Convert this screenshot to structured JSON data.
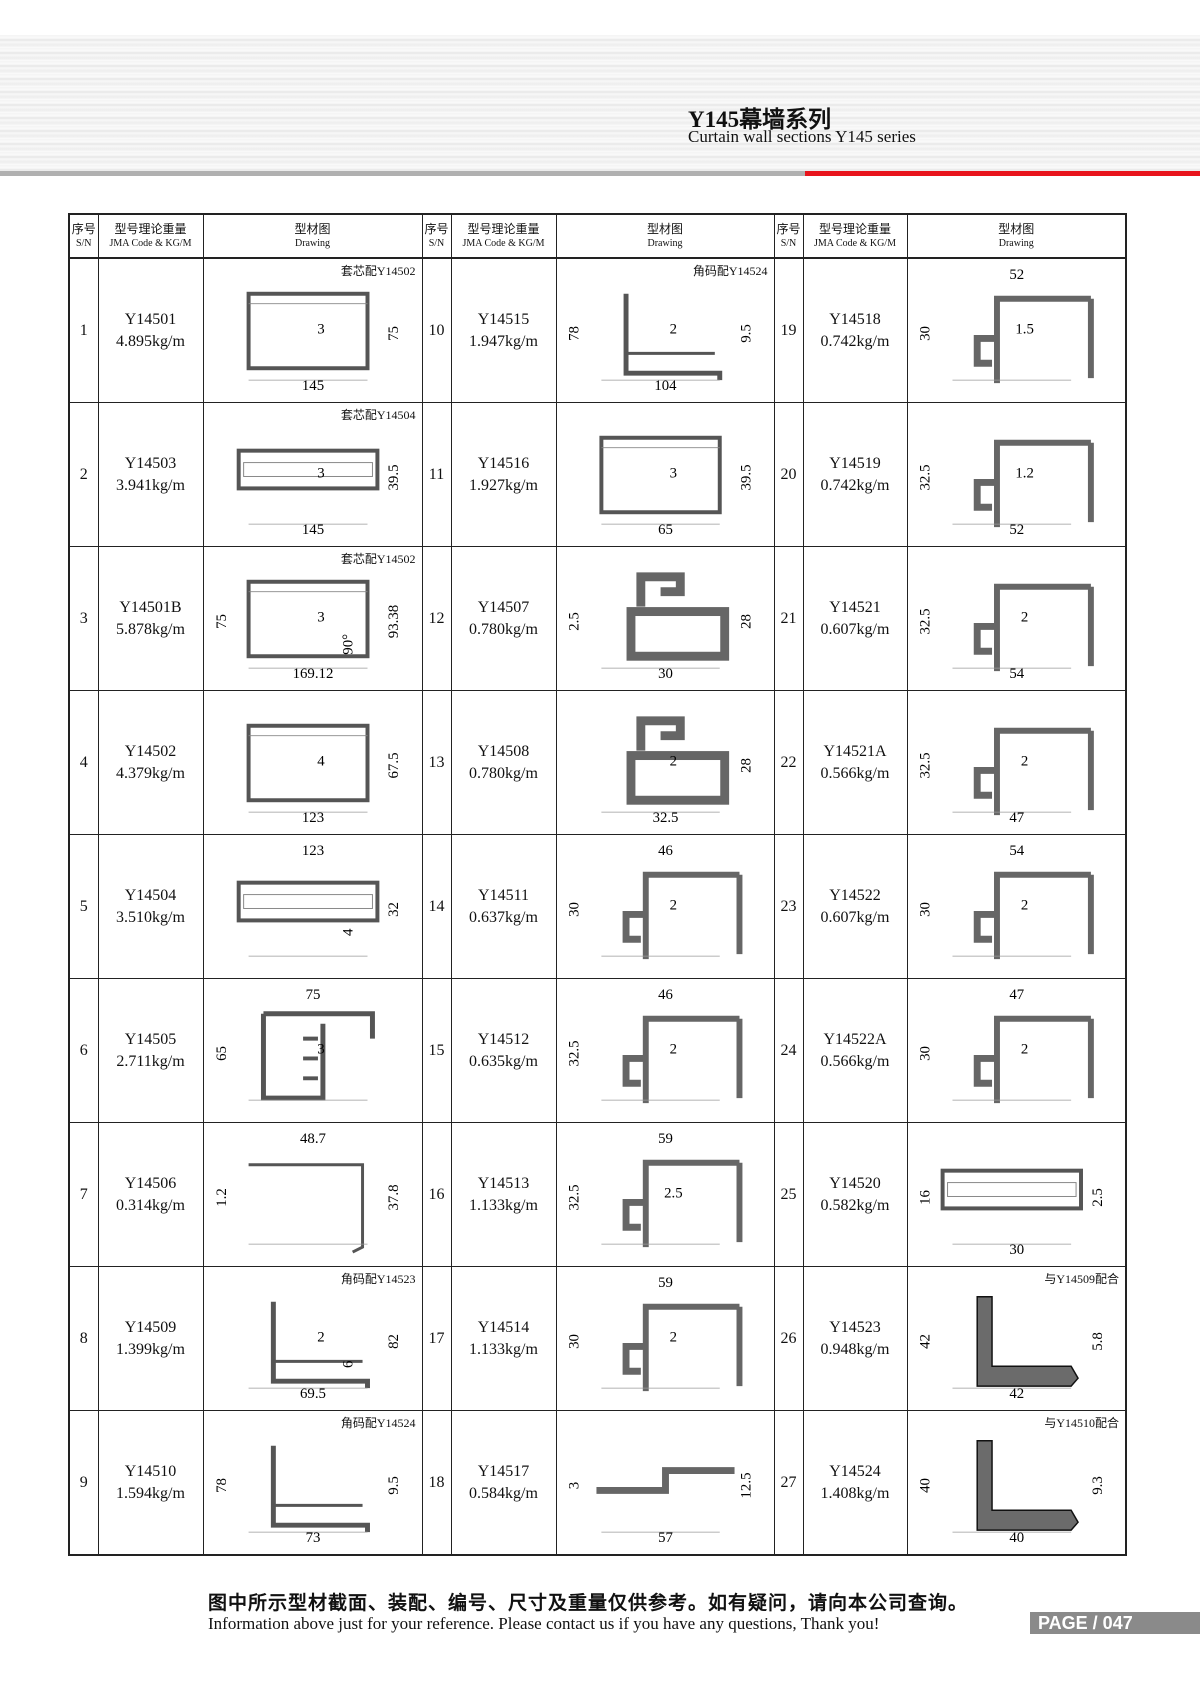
{
  "header": {
    "title_cn": "Y145幕墙系列",
    "title_en": "Curtain wall sections Y145 series"
  },
  "columns": {
    "sn_cn": "序号",
    "sn_en": "S/N",
    "code_cn": "型号理论重量",
    "code_en": "JMA Code & KG/M",
    "drawing_cn": "型材图",
    "drawing_en": "Drawing"
  },
  "items": [
    {
      "sn": "1",
      "code": "Y14501",
      "weight": "4.895kg/m",
      "note": "套芯配Y14502",
      "dims": [
        "145",
        "3",
        "75"
      ]
    },
    {
      "sn": "2",
      "code": "Y14503",
      "weight": "3.941kg/m",
      "note": "套芯配Y14504",
      "dims": [
        "145",
        "3",
        "39.5"
      ]
    },
    {
      "sn": "3",
      "code": "Y14501B",
      "weight": "5.878kg/m",
      "note": "套芯配Y14502",
      "dims": [
        "75",
        "3",
        "90°",
        "93.38",
        "169.12"
      ]
    },
    {
      "sn": "4",
      "code": "Y14502",
      "weight": "4.379kg/m",
      "note": "",
      "dims": [
        "4",
        "67.5",
        "123"
      ]
    },
    {
      "sn": "5",
      "code": "Y14504",
      "weight": "3.510kg/m",
      "note": "",
      "dims": [
        "123",
        "32",
        "4"
      ]
    },
    {
      "sn": "6",
      "code": "Y14505",
      "weight": "2.711kg/m",
      "note": "",
      "dims": [
        "75",
        "65",
        "3"
      ]
    },
    {
      "sn": "7",
      "code": "Y14506",
      "weight": "0.314kg/m",
      "note": "",
      "dims": [
        "48.7",
        "1.2",
        "37.8"
      ]
    },
    {
      "sn": "8",
      "code": "Y14509",
      "weight": "1.399kg/m",
      "note": "角码配Y14523",
      "dims": [
        "2",
        "82",
        "6",
        "69.5"
      ]
    },
    {
      "sn": "9",
      "code": "Y14510",
      "weight": "1.594kg/m",
      "note": "角码配Y14524",
      "dims": [
        "78",
        "9.5",
        "73"
      ]
    },
    {
      "sn": "10",
      "code": "Y14515",
      "weight": "1.947kg/m",
      "note": "角码配Y14524",
      "dims": [
        "78",
        "2",
        "9.5",
        "104"
      ]
    },
    {
      "sn": "11",
      "code": "Y14516",
      "weight": "1.927kg/m",
      "note": "",
      "dims": [
        "3",
        "39.5",
        "65"
      ]
    },
    {
      "sn": "12",
      "code": "Y14507",
      "weight": "0.780kg/m",
      "note": "",
      "dims": [
        "2.5",
        "28",
        "30"
      ]
    },
    {
      "sn": "13",
      "code": "Y14508",
      "weight": "0.780kg/m",
      "note": "",
      "dims": [
        "28",
        "2",
        "32.5"
      ]
    },
    {
      "sn": "14",
      "code": "Y14511",
      "weight": "0.637kg/m",
      "note": "",
      "dims": [
        "46",
        "30",
        "2"
      ]
    },
    {
      "sn": "15",
      "code": "Y14512",
      "weight": "0.635kg/m",
      "note": "",
      "dims": [
        "46",
        "2",
        "32.5"
      ]
    },
    {
      "sn": "16",
      "code": "Y14513",
      "weight": "1.133kg/m",
      "note": "",
      "dims": [
        "59",
        "2.5",
        "32.5"
      ]
    },
    {
      "sn": "17",
      "code": "Y14514",
      "weight": "1.133kg/m",
      "note": "",
      "dims": [
        "59",
        "30",
        "2"
      ]
    },
    {
      "sn": "18",
      "code": "Y14517",
      "weight": "0.584kg/m",
      "note": "",
      "dims": [
        "3",
        "57",
        "12.5"
      ]
    },
    {
      "sn": "19",
      "code": "Y14518",
      "weight": "0.742kg/m",
      "note": "",
      "dims": [
        "52",
        "30",
        "1.5"
      ]
    },
    {
      "sn": "20",
      "code": "Y14519",
      "weight": "0.742kg/m",
      "note": "",
      "dims": [
        "32.5",
        "1.2",
        "52"
      ]
    },
    {
      "sn": "21",
      "code": "Y14521",
      "weight": "0.607kg/m",
      "note": "",
      "dims": [
        "32.5",
        "2",
        "54"
      ]
    },
    {
      "sn": "22",
      "code": "Y14521A",
      "weight": "0.566kg/m",
      "note": "",
      "dims": [
        "32.5",
        "2",
        "47"
      ]
    },
    {
      "sn": "23",
      "code": "Y14522",
      "weight": "0.607kg/m",
      "note": "",
      "dims": [
        "54",
        "30",
        "2"
      ]
    },
    {
      "sn": "24",
      "code": "Y14522A",
      "weight": "0.566kg/m",
      "note": "",
      "dims": [
        "47",
        "30",
        "2"
      ]
    },
    {
      "sn": "25",
      "code": "Y14520",
      "weight": "0.582kg/m",
      "note": "",
      "dims": [
        "16",
        "2.5",
        "30"
      ]
    },
    {
      "sn": "26",
      "code": "Y14523",
      "weight": "0.948kg/m",
      "note": "与Y14509配合",
      "dims": [
        "42",
        "5.8",
        "42"
      ]
    },
    {
      "sn": "27",
      "code": "Y14524",
      "weight": "1.408kg/m",
      "note": "与Y14510配合",
      "dims": [
        "40",
        "9.3",
        "40"
      ]
    }
  ],
  "footer": {
    "note_cn": "图中所示型材截面、装配、编号、尺寸及重量仅供参考。如有疑问，请向本公司查询。",
    "note_en": "Information above just for your reference. Please contact us if you have any questions, Thank you!",
    "page": "PAGE  /  047"
  },
  "colors": {
    "accent": "#e8141c",
    "profile": "#6b6b6b"
  }
}
